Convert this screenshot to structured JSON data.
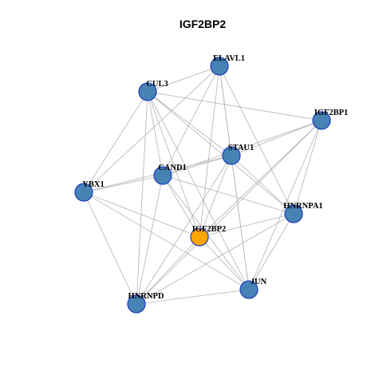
{
  "title": "IGF2BP2",
  "colors": {
    "node_default": "#4682b4",
    "node_focus": "#ffa500",
    "node_border": "#1f3fbf",
    "edge": "#b3b3b3"
  },
  "nodes": [
    {
      "id": "ELAVL1",
      "label": "ELAVL1",
      "focus": false
    },
    {
      "id": "CUL3",
      "label": "CUL3",
      "focus": false
    },
    {
      "id": "IGF2BP1",
      "label": "IGF2BP1",
      "focus": false
    },
    {
      "id": "STAU1",
      "label": "STAU1",
      "focus": false
    },
    {
      "id": "CAND1",
      "label": "CAND1",
      "focus": false
    },
    {
      "id": "YBX1",
      "label": "YBX1",
      "focus": false
    },
    {
      "id": "HNRNPA1",
      "label": "HNRNPA1",
      "focus": false
    },
    {
      "id": "IGF2BP2",
      "label": "IGF2BP2",
      "focus": true
    },
    {
      "id": "JUN",
      "label": "JUN",
      "focus": false
    },
    {
      "id": "HNRNPD",
      "label": "HNRNPD",
      "focus": false
    }
  ],
  "edges": [
    [
      "ELAVL1",
      "CUL3"
    ],
    [
      "ELAVL1",
      "YBX1"
    ],
    [
      "ELAVL1",
      "CAND1"
    ],
    [
      "ELAVL1",
      "STAU1"
    ],
    [
      "ELAVL1",
      "IGF2BP2"
    ],
    [
      "ELAVL1",
      "JUN"
    ],
    [
      "ELAVL1",
      "HNRNPA1"
    ],
    [
      "CUL3",
      "YBX1"
    ],
    [
      "CUL3",
      "IGF2BP1"
    ],
    [
      "CUL3",
      "STAU1"
    ],
    [
      "CUL3",
      "CAND1"
    ],
    [
      "CUL3",
      "HNRNPA1"
    ],
    [
      "CUL3",
      "HNRNPD"
    ],
    [
      "CUL3",
      "IGF2BP2"
    ],
    [
      "CUL3",
      "JUN"
    ],
    [
      "IGF2BP1",
      "STAU1"
    ],
    [
      "IGF2BP1",
      "CAND1"
    ],
    [
      "IGF2BP1",
      "IGF2BP2"
    ],
    [
      "IGF2BP1",
      "HNRNPA1"
    ],
    [
      "IGF2BP1",
      "JUN"
    ],
    [
      "IGF2BP1",
      "HNRNPD"
    ],
    [
      "STAU1",
      "CAND1"
    ],
    [
      "STAU1",
      "YBX1"
    ],
    [
      "STAU1",
      "HNRNPA1"
    ],
    [
      "STAU1",
      "IGF2BP2"
    ],
    [
      "STAU1",
      "JUN"
    ],
    [
      "STAU1",
      "HNRNPD"
    ],
    [
      "CAND1",
      "YBX1"
    ],
    [
      "CAND1",
      "HNRNPA1"
    ],
    [
      "CAND1",
      "IGF2BP2"
    ],
    [
      "CAND1",
      "JUN"
    ],
    [
      "CAND1",
      "HNRNPD"
    ],
    [
      "YBX1",
      "IGF2BP2"
    ],
    [
      "YBX1",
      "JUN"
    ],
    [
      "YBX1",
      "HNRNPD"
    ],
    [
      "HNRNPA1",
      "IGF2BP2"
    ],
    [
      "HNRNPA1",
      "JUN"
    ],
    [
      "HNRNPA1",
      "HNRNPD"
    ],
    [
      "IGF2BP2",
      "JUN"
    ],
    [
      "IGF2BP2",
      "HNRNPD"
    ],
    [
      "JUN",
      "HNRNPD"
    ]
  ]
}
